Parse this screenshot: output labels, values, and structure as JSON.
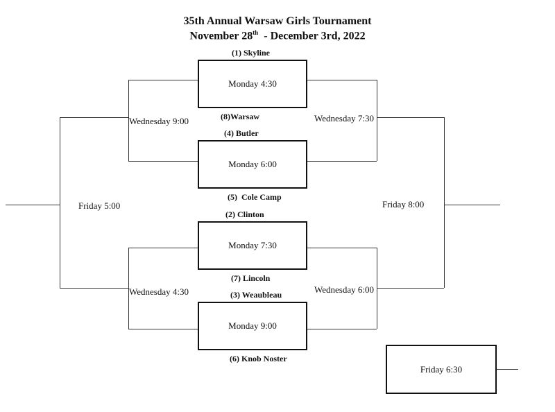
{
  "title": {
    "line1": "35th Annual Warsaw Girls Tournament",
    "line2_prefix": "November 28",
    "line2_sup": "th",
    "line2_suffix": "  - December 3rd, 2022"
  },
  "first_round": [
    {
      "seed_top": "(1) Skyline",
      "time": "Monday 4:30",
      "seed_bottom": "(8)Warsaw"
    },
    {
      "seed_top": "(4) Butler",
      "time": "Monday 6:00",
      "seed_bottom": "(5)  Cole Camp"
    },
    {
      "seed_top": "(2) Clinton",
      "time": "Monday 7:30",
      "seed_bottom": "(7) Lincoln"
    },
    {
      "seed_top": "(3) Weaubleau",
      "time": "Monday 9:00",
      "seed_bottom": "(6) Knob Noster"
    }
  ],
  "winners_semis": {
    "top": "Wednesday 9:00",
    "bottom": "Wednesday 4:30"
  },
  "consolation_semis": {
    "top": "Wednesday 7:30",
    "bottom": "Wednesday 6:00"
  },
  "final_left": "Friday 5:00",
  "final_right": "Friday 8:00",
  "extra_game": "Friday 6:30"
}
